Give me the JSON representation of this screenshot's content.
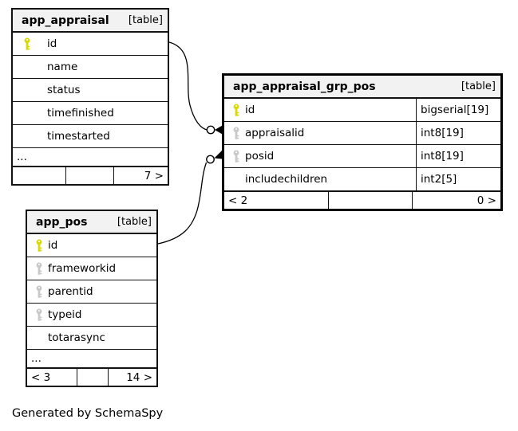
{
  "diagram": {
    "caption": "Generated by SchemaSpy"
  },
  "colors": {
    "primary_key": "#d9d90a",
    "foreign_key": "#c9c9c9",
    "header_bg": "#f2f2f2",
    "border": "#131313",
    "line": "#000000"
  },
  "icons": {
    "pk": "primary-key-icon",
    "fk": "foreign-key-icon"
  },
  "tables": [
    {
      "name": "app_appraisal",
      "tag": "[table]",
      "rows": [
        {
          "name": "id",
          "key": "pk"
        },
        {
          "name": "name",
          "key": ""
        },
        {
          "name": "status",
          "key": ""
        },
        {
          "name": "timefinished",
          "key": ""
        },
        {
          "name": "timestarted",
          "key": ""
        }
      ],
      "ellipsis": "...",
      "footer": {
        "left": "",
        "mid": "",
        "right": "7 >"
      }
    },
    {
      "name": "app_appraisal_grp_pos",
      "tag": "[table]",
      "rows": [
        {
          "name": "id",
          "type": "bigserial[19]",
          "key": "pk"
        },
        {
          "name": "appraisalid",
          "type": "int8[19]",
          "key": "fk"
        },
        {
          "name": "posid",
          "type": "int8[19]",
          "key": "fk"
        },
        {
          "name": "includechildren",
          "type": "int2[5]",
          "key": ""
        }
      ],
      "footer": {
        "left": "< 2",
        "mid": "",
        "right": "0 >"
      }
    },
    {
      "name": "app_pos",
      "tag": "[table]",
      "rows": [
        {
          "name": "id",
          "key": "pk"
        },
        {
          "name": "frameworkid",
          "key": "fk"
        },
        {
          "name": "parentid",
          "key": "fk"
        },
        {
          "name": "typeid",
          "key": "fk"
        },
        {
          "name": "totarasync",
          "key": ""
        }
      ],
      "ellipsis": "...",
      "footer": {
        "left": "< 3",
        "mid": "",
        "right": "14 >"
      }
    }
  ]
}
